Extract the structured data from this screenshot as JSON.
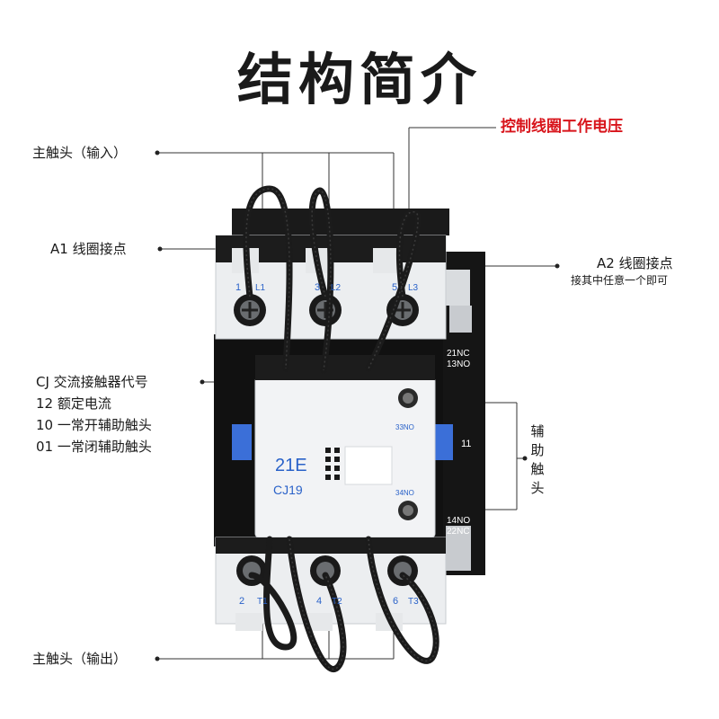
{
  "title": "结构简介",
  "labels": {
    "main_input": "主触头（输入）",
    "coil_voltage": "控制线圈工作电压",
    "a1_terminal": "A1 线圈接点",
    "a2_terminal": "A2 线圈接点",
    "a2_note": "接其中任意一个即可",
    "cj_desc": "CJ 交流接触器代号",
    "rated_current": "12 额定电流",
    "no_aux": "10 一常开辅助触头",
    "nc_aux": "01 一常闭辅助触头",
    "aux_contacts": "辅助触头",
    "main_output": "主触头（输出）"
  },
  "device": {
    "model_code": "21E",
    "series": "CJ19",
    "top_terminals": [
      "1",
      "L1",
      "3",
      "L2",
      "5",
      "L3"
    ],
    "bottom_terminals": [
      "2",
      "T1",
      "4",
      "T2",
      "6",
      "T3"
    ],
    "aux_top_no": "33NO",
    "aux_bottom_no": "34NO",
    "side_top_a": "21NC",
    "side_top_b": "13NO",
    "side_mid": "11",
    "side_bottom_a": "14NO",
    "side_bottom_b": "22NC"
  },
  "colors": {
    "accent_red": "#d8141b",
    "body_black": "#111111",
    "body_white": "#eceef0",
    "cover_white": "#f2f3f5",
    "label_blue": "#2a62c9",
    "indicator_blue": "#3b6fd8"
  }
}
